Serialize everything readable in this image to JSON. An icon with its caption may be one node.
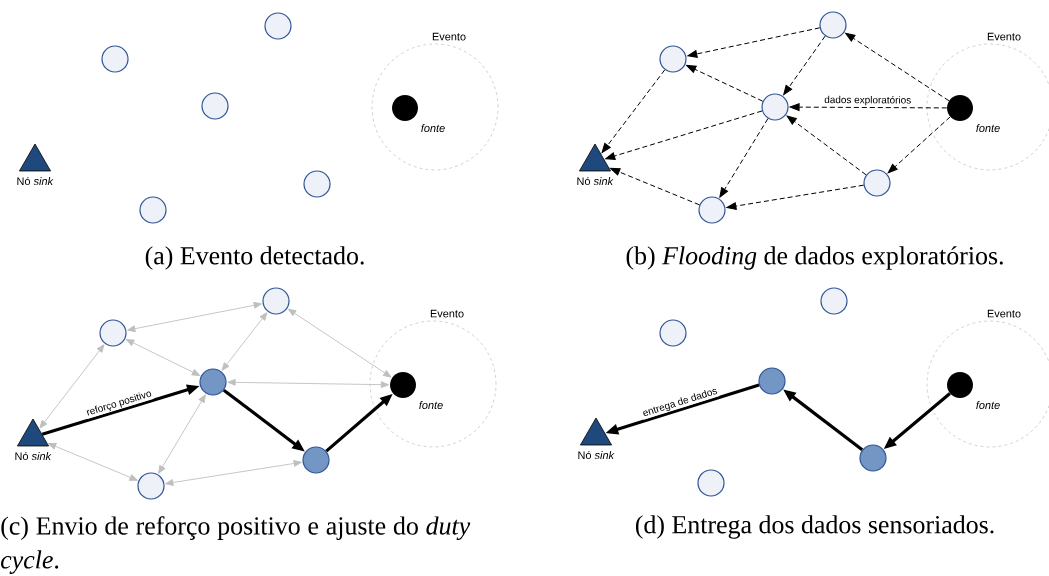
{
  "diagram": {
    "nodes": [
      {
        "text": [],
        "shape": "circle"
      },
      {
        "text": [],
        "shape": "circle"
      },
      {
        "text": [],
        "shape": "circle"
      },
      {
        "text": [],
        "shape": "circle"
      },
      {
        "text": [],
        "shape": "circle"
      },
      {
        "text": [
          "Evento"
        ]
      },
      {
        "text": [],
        "shape": "circle",
        "in": 5,
        "beside": [
          "*fonte*"
        ]
      },
      {
        "text": [],
        "shape": "triangle",
        "beside": [
          "Nó *sink*"
        ]
      },
      {
        "text": [],
        "shape": "circle"
      },
      {
        "text": [],
        "shape": "circle"
      },
      {
        "text": [],
        "shape": "circle"
      },
      {
        "text": [],
        "shape": "circle"
      },
      {
        "text": [],
        "shape": "circle"
      },
      {
        "text": [
          "Evento"
        ]
      },
      {
        "text": [],
        "shape": "circle",
        "in": 13,
        "beside": [
          "*fonte*"
        ]
      },
      {
        "text": [],
        "shape": "triangle",
        "beside": [
          "Nó *sink*"
        ]
      },
      {
        "text": [],
        "shape": "circle"
      },
      {
        "text": [],
        "shape": "circle"
      },
      {
        "text": [],
        "shape": "circle"
      },
      {
        "text": [],
        "shape": "circle"
      },
      {
        "text": [],
        "shape": "circle"
      },
      {
        "text": [
          "Evento"
        ]
      },
      {
        "text": [],
        "shape": "circle",
        "in": 21,
        "beside": [
          "*fonte*"
        ]
      },
      {
        "text": [],
        "shape": "triangle",
        "beside": [
          "Nó *sink*"
        ]
      },
      {
        "text": [],
        "shape": "circle"
      },
      {
        "text": [],
        "shape": "circle"
      },
      {
        "text": [],
        "shape": "circle"
      },
      {
        "text": [],
        "shape": "circle"
      },
      {
        "text": [],
        "shape": "circle"
      },
      {
        "text": [
          "Evento"
        ]
      },
      {
        "text": [],
        "shape": "circle",
        "in": 29,
        "beside": [
          "*fonte*"
        ]
      },
      {
        "text": [],
        "shape": "triangle",
        "beside": [
          "Nó *sink*"
        ]
      }
    ],
    "edges": [
      {
        "from": 14,
        "to": 8,
        "arrow": "to",
        "style": "dashed"
      },
      {
        "from": 8,
        "to": 9,
        "arrow": "to",
        "style": "dashed"
      },
      {
        "from": 8,
        "to": 10,
        "arrow": "to",
        "style": "dashed"
      },
      {
        "from": 10,
        "to": 9,
        "arrow": "to",
        "style": "dashed"
      },
      {
        "from": 14,
        "to": 10,
        "arrow": "to",
        "style": "dashed",
        "label": "dados exploratórios"
      },
      {
        "from": 14,
        "to": 11,
        "arrow": "to",
        "style": "dashed"
      },
      {
        "from": 11,
        "to": 10,
        "arrow": "to",
        "style": "dashed"
      },
      {
        "from": 11,
        "to": 12,
        "arrow": "to",
        "style": "dashed"
      },
      {
        "from": 10,
        "to": 12,
        "arrow": "to",
        "style": "dashed"
      },
      {
        "from": 9,
        "to": 15,
        "arrow": "to",
        "style": "dashed"
      },
      {
        "from": 10,
        "to": 15,
        "arrow": "to",
        "style": "dashed"
      },
      {
        "from": 12,
        "to": 15,
        "arrow": "to",
        "style": "dashed"
      },
      {
        "from": 23,
        "to": 17,
        "arrow": "both",
        "color": "#bfbfbf"
      },
      {
        "from": 17,
        "to": 16,
        "arrow": "both",
        "color": "#bfbfbf"
      },
      {
        "from": 17,
        "to": 18,
        "arrow": "both",
        "color": "#bfbfbf"
      },
      {
        "from": 16,
        "to": 18,
        "arrow": "both",
        "color": "#bfbfbf"
      },
      {
        "from": 16,
        "to": 22,
        "arrow": "both",
        "color": "#bfbfbf"
      },
      {
        "from": 18,
        "to": 22,
        "arrow": "both",
        "color": "#bfbfbf"
      },
      {
        "from": 23,
        "to": 20,
        "arrow": "both",
        "color": "#bfbfbf"
      },
      {
        "from": 20,
        "to": 18,
        "arrow": "both",
        "color": "#bfbfbf"
      },
      {
        "from": 20,
        "to": 19,
        "arrow": "both",
        "color": "#bfbfbf"
      },
      {
        "from": 23,
        "to": 18,
        "arrow": "to",
        "style": "thick",
        "label": "reforço positivo"
      },
      {
        "from": 18,
        "to": 19,
        "arrow": "to",
        "style": "thick"
      },
      {
        "from": 19,
        "to": 22,
        "arrow": "to",
        "style": "thick"
      },
      {
        "from": 30,
        "to": 27,
        "arrow": "to",
        "style": "thick"
      },
      {
        "from": 27,
        "to": 26,
        "arrow": "to",
        "style": "thick"
      },
      {
        "from": 26,
        "to": 31,
        "arrow": "to",
        "style": "thick",
        "label": "entrega de dados"
      }
    ],
    "labels": [
      "(a) Evento detectado.",
      "(b) *Flooding* de dados exploratórios.",
      "(c) Envio de reforço positivo e ajuste do *duty cycle*.",
      "(d) Entrega dos dados sensoriados."
    ]
  }
}
